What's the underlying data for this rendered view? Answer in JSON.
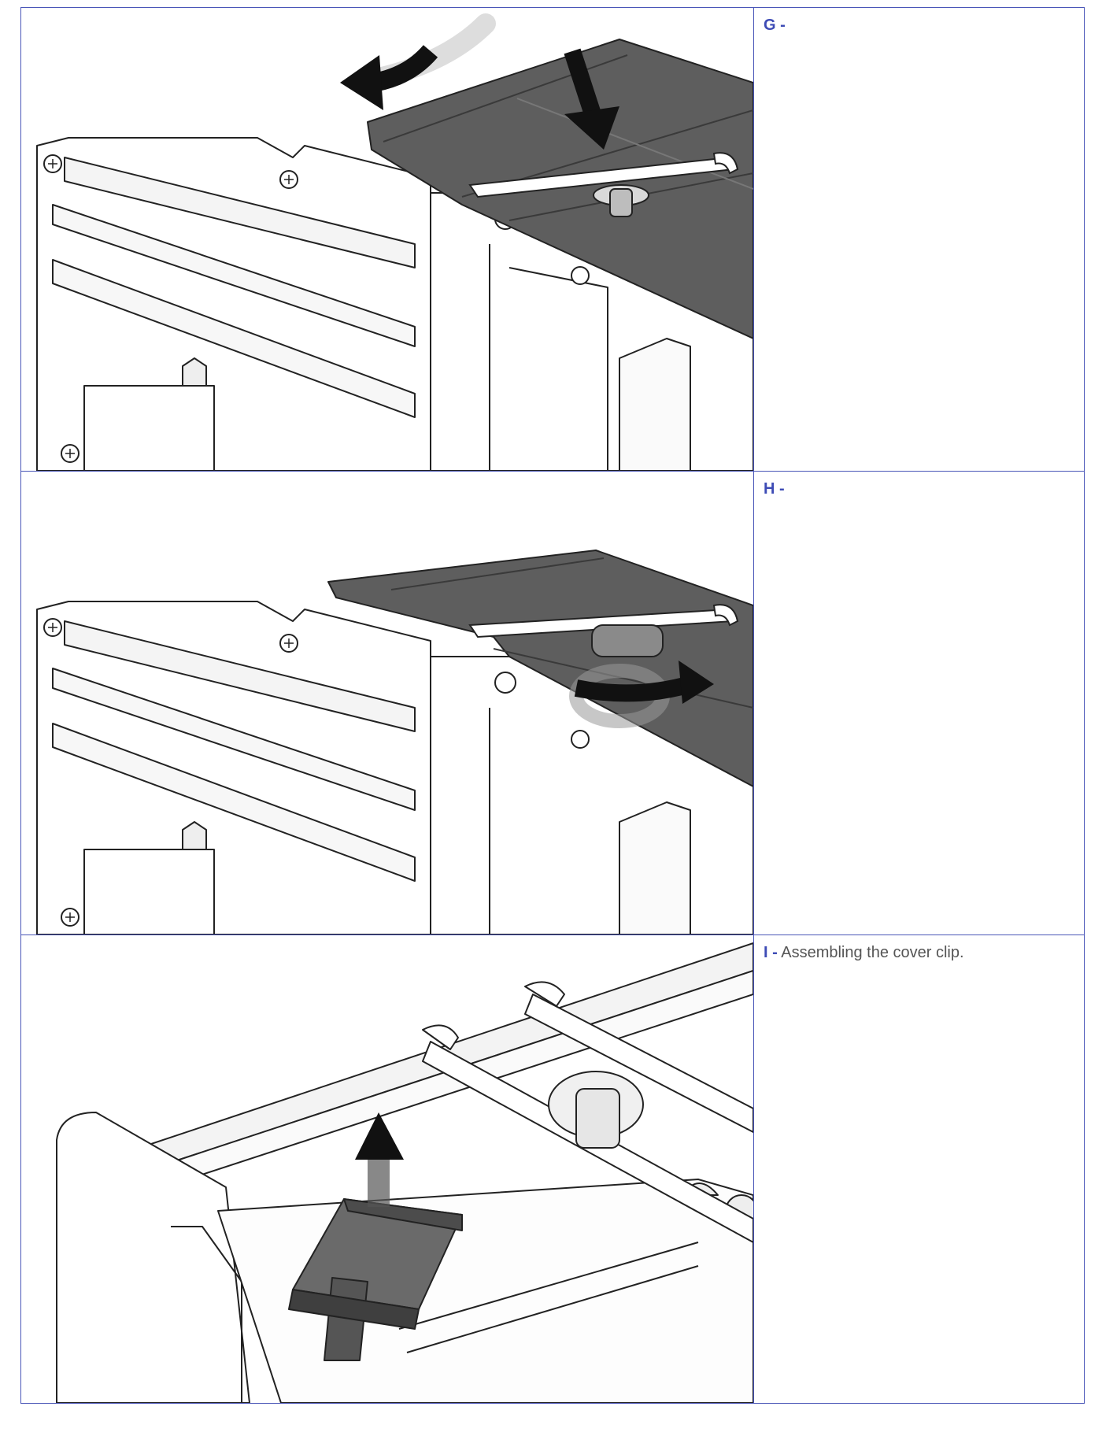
{
  "steps": [
    {
      "letter": "G",
      "separator": " -",
      "text": ""
    },
    {
      "letter": "H",
      "separator": " -",
      "text": ""
    },
    {
      "letter": "I",
      "separator": " -",
      "text": " Assembling the cover clip."
    }
  ],
  "colors": {
    "border": "#4a56b8",
    "step_letter": "#3d4bb5",
    "body_text": "#555555",
    "dark_part": "#5a5a5a",
    "arrow": "#111111"
  },
  "figures": [
    {
      "subject": "cover-plate-insertion",
      "arrows": [
        "curved-arrow-left",
        "arrow-down"
      ]
    },
    {
      "subject": "cover-plate-rotation",
      "arrows": [
        "curved-arrow-right"
      ]
    },
    {
      "subject": "cover-clip-assembly",
      "arrows": [
        "arrow-up"
      ]
    }
  ]
}
